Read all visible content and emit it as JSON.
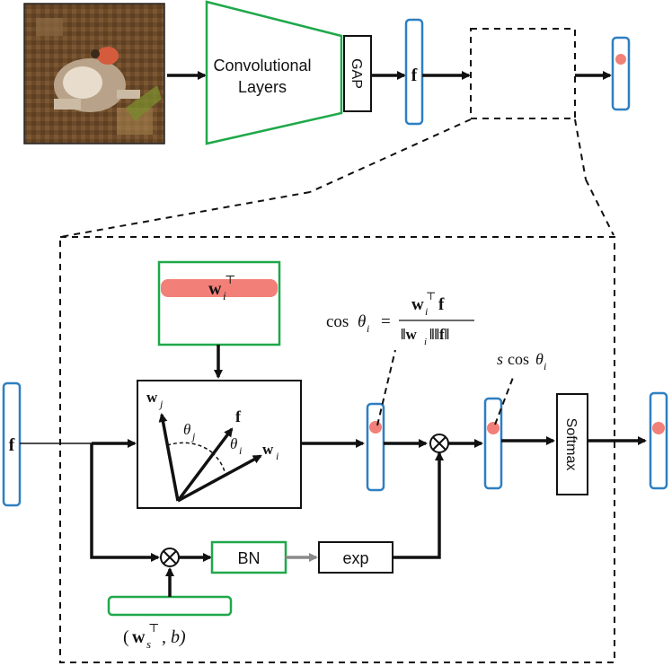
{
  "colors": {
    "green": "#1fa84a",
    "blue": "#2e7fc1",
    "red_fill": "#f28078",
    "black": "#111111",
    "gray_arrow": "#8a8a8a"
  },
  "top_pipeline": {
    "input_image": "frog-photo",
    "conv_label_line1": "Convolutional",
    "conv_label_line2": "Layers",
    "gap_label": "GAP",
    "feature_label": "f"
  },
  "detail": {
    "weight_row_base": "w",
    "weight_row_sub": "i",
    "weight_row_sup": "⊤",
    "angle_box": {
      "wj_base": "w",
      "wj_sub": "j",
      "f_label": "f",
      "wi_base": "w",
      "wi_sub": "i",
      "theta_j_base": "θ",
      "theta_j_sub": "j",
      "theta_i_base": "θ",
      "theta_i_sub": "i"
    },
    "input_feature_label": "f",
    "cos_formula": {
      "lhs_cos": "cos",
      "lhs_theta": "θ",
      "lhs_sub": "i",
      "eq": "=",
      "num_w": "w",
      "num_sub": "i",
      "num_sup": "⊤",
      "num_f": "f",
      "den": "‖w",
      "den_sub": "i",
      "den_rest": "‖‖f‖"
    },
    "scaled_label": {
      "s": "s",
      "cos": "cos",
      "theta": "θ",
      "sub": "i"
    },
    "softmax_label": "Softmax",
    "bn_label": "BN",
    "exp_label": "exp",
    "param_label": {
      "open": "(",
      "w": "w",
      "sub": "s",
      "sup": "⊤",
      "rest": ", b)"
    },
    "multiply_symbol": "⊗"
  }
}
